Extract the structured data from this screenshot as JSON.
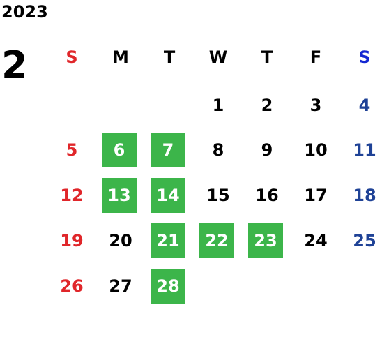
{
  "calendar": {
    "year": "2023",
    "month": "2",
    "weekdays": [
      "S",
      "M",
      "T",
      "W",
      "T",
      "F",
      "S"
    ],
    "weeks": [
      [
        "",
        "",
        "",
        "1",
        "2",
        "3",
        "4"
      ],
      [
        "5",
        "6",
        "7",
        "8",
        "9",
        "10",
        "11"
      ],
      [
        "12",
        "13",
        "14",
        "15",
        "16",
        "17",
        "18"
      ],
      [
        "19",
        "20",
        "21",
        "22",
        "23",
        "24",
        "25"
      ],
      [
        "26",
        "27",
        "28",
        "",
        "",
        "",
        ""
      ]
    ],
    "highlighted_days": [
      "6",
      "7",
      "13",
      "14",
      "21",
      "22",
      "23",
      "28"
    ],
    "colors": {
      "sunday": "#e0262a",
      "saturday_header": "#1428d2",
      "saturday": "#1f4296",
      "highlight": "#3cb54a"
    }
  }
}
